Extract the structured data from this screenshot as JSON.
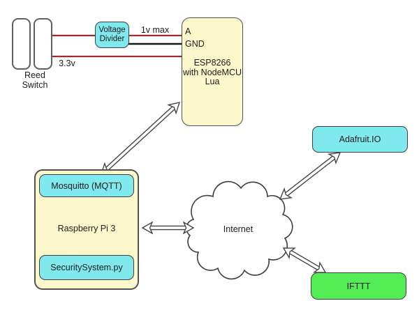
{
  "colors": {
    "yellow": "#fcf8cb",
    "cyan": "#7fe9ee",
    "green": "#55ed55",
    "wire-red": "#9e2b2b",
    "wire-black": "#151515",
    "line": "#3d3d3d",
    "text": "#1b1b1b"
  },
  "diagram": {
    "reed_switch": {
      "label": "Reed\nSwitch"
    },
    "voltage_divider": {
      "label": "Voltage\nDivider"
    },
    "wires": {
      "signal_label": "1v max",
      "power_label": "3.3v"
    },
    "esp8266": {
      "pin_a": "A",
      "pin_gnd": "GND",
      "label": "ESP8266\nwith NodeMCU\nLua"
    },
    "raspberry_pi": {
      "label": "Raspberry Pi 3",
      "mqtt_label": "Mosquitto (MQTT)",
      "script_label": "SecuritySystem.py"
    },
    "internet": {
      "label": "Internet"
    },
    "adafruit": {
      "label": "Adafruit.IO"
    },
    "ifttt": {
      "label": "IFTTT"
    }
  }
}
